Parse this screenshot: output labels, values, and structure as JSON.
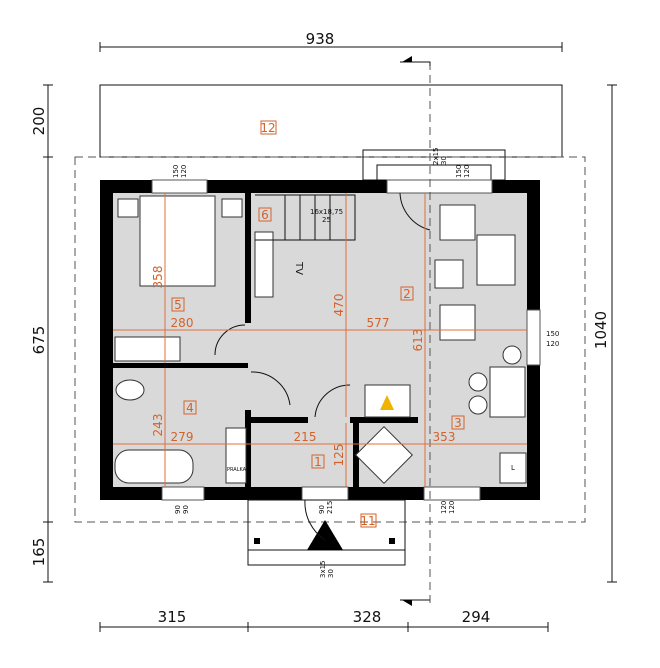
{
  "dimensions": {
    "top_total": "938",
    "left_top": "200",
    "left_middle": "675",
    "left_bottom": "165",
    "right_total": "1040",
    "bottom": [
      "315",
      "328",
      "294"
    ]
  },
  "room_numbers": [
    "1",
    "2",
    "3",
    "4",
    "5",
    "6",
    "11",
    "12"
  ],
  "room_dimensions": {
    "r5_height": "358",
    "r5_width": "280",
    "r2_height": "470",
    "r2_width": "577",
    "r3_height": "613",
    "r4_height": "243",
    "r4_width": "279",
    "r1_width": "215",
    "r1_height": "125",
    "r3_width": "353"
  },
  "annotations": {
    "window_bedroom": [
      "150",
      "120"
    ],
    "window_living_top": [
      "150",
      "120"
    ],
    "window_right": [
      "150",
      "120"
    ],
    "window_bath": [
      "90",
      "90"
    ],
    "window_kitchen": [
      "120",
      "120"
    ],
    "entrance_door": [
      "90",
      "215"
    ],
    "steps_front": [
      "3x15",
      "30"
    ],
    "steps_terrace": [
      "2x15",
      "30"
    ],
    "stairs": [
      "16x18,75",
      "25"
    ],
    "tv": "TV",
    "washer": "PRALKA",
    "fridge": "L"
  },
  "colors": {
    "walls": "#000000",
    "floor": "#d9d9d9",
    "dimension_red": "#d4622a"
  }
}
